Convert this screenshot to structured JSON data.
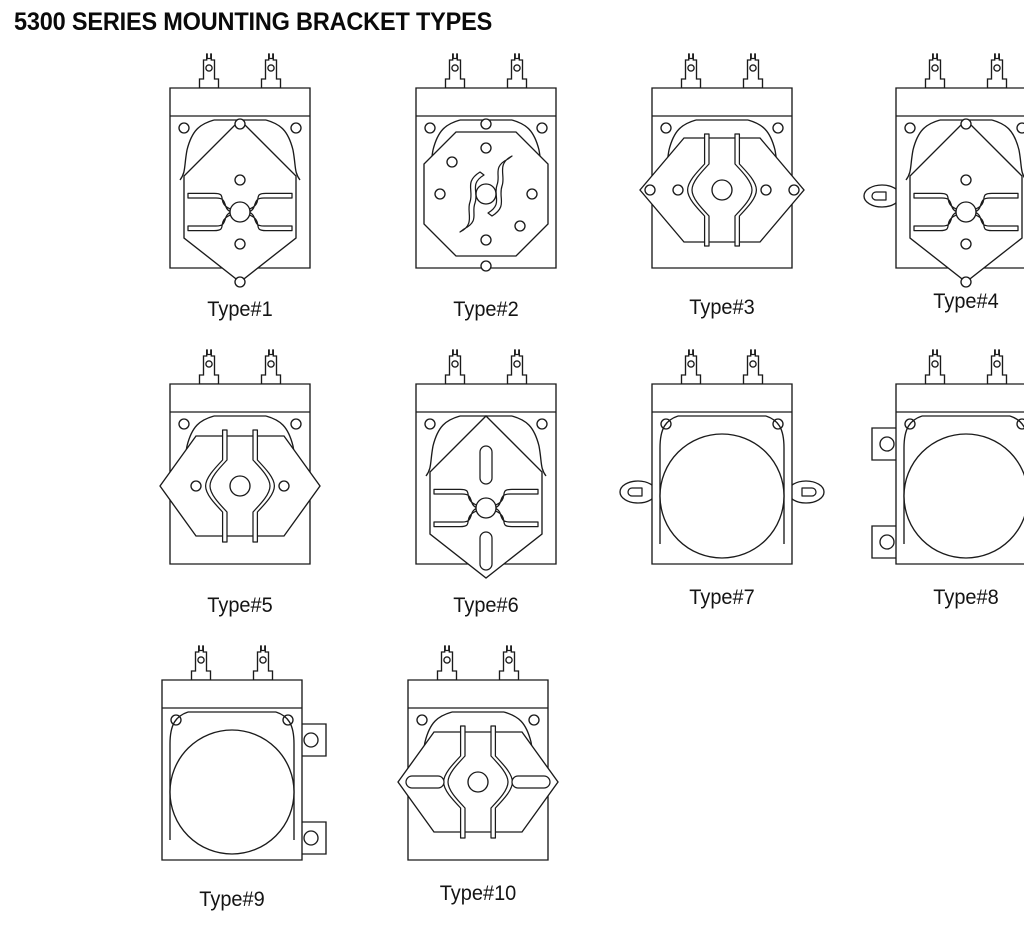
{
  "sheet": {
    "title": "5300 SERIES MOUNTING BRACKET TYPES",
    "ink_color": "#1b1b1b",
    "background_color": "#ffffff",
    "text_color": "#111111"
  },
  "grid": {
    "columns": 4,
    "rows": 3,
    "cells_per_row": [
      4,
      4,
      2
    ]
  },
  "brackets": [
    {
      "id": 1,
      "label": "Type#1",
      "plate_shape": "diamond-shield",
      "body_shape": "rectangle",
      "terminals": 2,
      "side_ears": "none",
      "center_hole": true,
      "slot_style": "horizontal-arched-pair",
      "corner_holes": 2,
      "axis_holes": 3,
      "label_offset": 252
    },
    {
      "id": 2,
      "label": "Type#2",
      "plate_shape": "octagon",
      "body_shape": "rectangle",
      "terminals": 2,
      "side_ears": "none",
      "center_hole": true,
      "slot_style": "diagonal-wavy-pair",
      "corner_holes": 2,
      "axis_holes": 7,
      "label_offset": 252
    },
    {
      "id": 3,
      "label": "Type#3",
      "plate_shape": "wide-hexagon",
      "body_shape": "rectangle",
      "terminals": 2,
      "side_ears": "none",
      "center_hole": true,
      "slot_style": "vertical-bowed-pair",
      "corner_holes": 2,
      "axis_holes": 4,
      "label_offset": 250
    },
    {
      "id": 4,
      "label": "Type#4",
      "plate_shape": "diamond-shield",
      "body_shape": "rectangle",
      "terminals": 2,
      "side_ears": "oval-both-sides",
      "center_hole": true,
      "slot_style": "horizontal-arched-pair",
      "corner_holes": 2,
      "axis_holes": 3,
      "label_offset": 244
    },
    {
      "id": 5,
      "label": "Type#5",
      "plate_shape": "wide-diamond",
      "body_shape": "rectangle",
      "terminals": 2,
      "side_ears": "none",
      "center_hole": true,
      "slot_style": "vertical-bowed-pair",
      "corner_holes": 2,
      "axis_holes": 2,
      "label_offset": 252
    },
    {
      "id": 6,
      "label": "Type#6",
      "plate_shape": "diamond-shield",
      "body_shape": "rectangle",
      "terminals": 2,
      "side_ears": "none",
      "center_hole": true,
      "slot_style": "horizontal-arched-pair-with-vertical-slots",
      "corner_holes": 2,
      "axis_holes": 0,
      "label_offset": 252
    },
    {
      "id": 7,
      "label": "Type#7",
      "plate_shape": "none",
      "body_shape": "rectangle",
      "terminals": 2,
      "side_ears": "oval-both-sides",
      "center_hole": false,
      "slot_style": "plain-circle",
      "corner_holes": 2,
      "axis_holes": 0,
      "label_offset": 244
    },
    {
      "id": 8,
      "label": "Type#8",
      "plate_shape": "none",
      "body_shape": "rectangle",
      "terminals": 2,
      "side_ears": "square-left-side",
      "center_hole": false,
      "slot_style": "plain-circle",
      "corner_holes": 2,
      "axis_holes": 0,
      "label_offset": 244
    },
    {
      "id": 9,
      "label": "Type#9",
      "plate_shape": "none",
      "body_shape": "rectangle",
      "terminals": 2,
      "side_ears": "square-right-side",
      "center_hole": false,
      "slot_style": "plain-circle",
      "corner_holes": 2,
      "axis_holes": 0,
      "label_offset": 250
    },
    {
      "id": 10,
      "label": "Type#10",
      "plate_shape": "wide-diamond",
      "body_shape": "rectangle",
      "terminals": 2,
      "side_ears": "none",
      "center_hole": true,
      "slot_style": "vertical-bowed-pair-with-oval-slots",
      "corner_holes": 2,
      "axis_holes": 0,
      "label_offset": 244
    }
  ]
}
